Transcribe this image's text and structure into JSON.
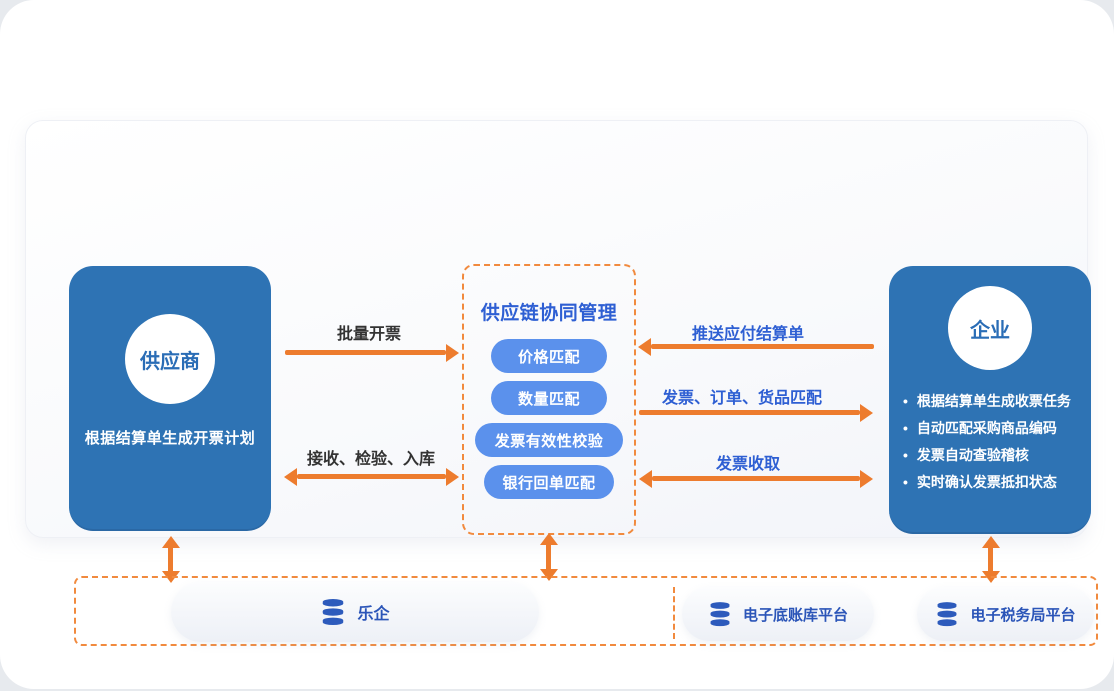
{
  "supplier_box": {
    "circle_label": "供应商",
    "description": "根据结算单生成开票计划"
  },
  "center_box": {
    "title": "供应链协同管理",
    "pills": [
      "价格匹配",
      "数量匹配",
      "发票有效性校验",
      "银行回单匹配"
    ]
  },
  "enterprise_box": {
    "circle_label": "企业",
    "bullets": [
      "根据结算单生成收票任务",
      "自动匹配采购商品编码",
      "发票自动查验稽核",
      "实时确认发票抵扣状态"
    ]
  },
  "flows": {
    "supplier_to_center": {
      "label": "批量开票",
      "direction": "right"
    },
    "receive_check_store": {
      "label": "接收、检验、入库",
      "direction": "both"
    },
    "enterprise_to_center": {
      "label": "推送应付结算单",
      "direction": "left"
    },
    "center_to_enterprise": {
      "label": "发票、订单、货品匹配",
      "direction": "right"
    },
    "invoice_collection": {
      "label": "发票收取",
      "direction": "both"
    }
  },
  "platforms": [
    {
      "label": "乐企",
      "icon": "database-icon"
    },
    {
      "label": "电子底账库平台",
      "icon": "database-icon"
    },
    {
      "label": "电子税务局平台",
      "icon": "database-icon"
    }
  ],
  "colors": {
    "box_blue": "#2e73b4",
    "pill_blue": "#5b91ec",
    "accent_orange": "#ed7c2e",
    "dashed_orange": "#f18a3e",
    "title_blue": "#2e5fd3",
    "platform_blue": "#2b55b8",
    "dark_label": "#333333"
  }
}
